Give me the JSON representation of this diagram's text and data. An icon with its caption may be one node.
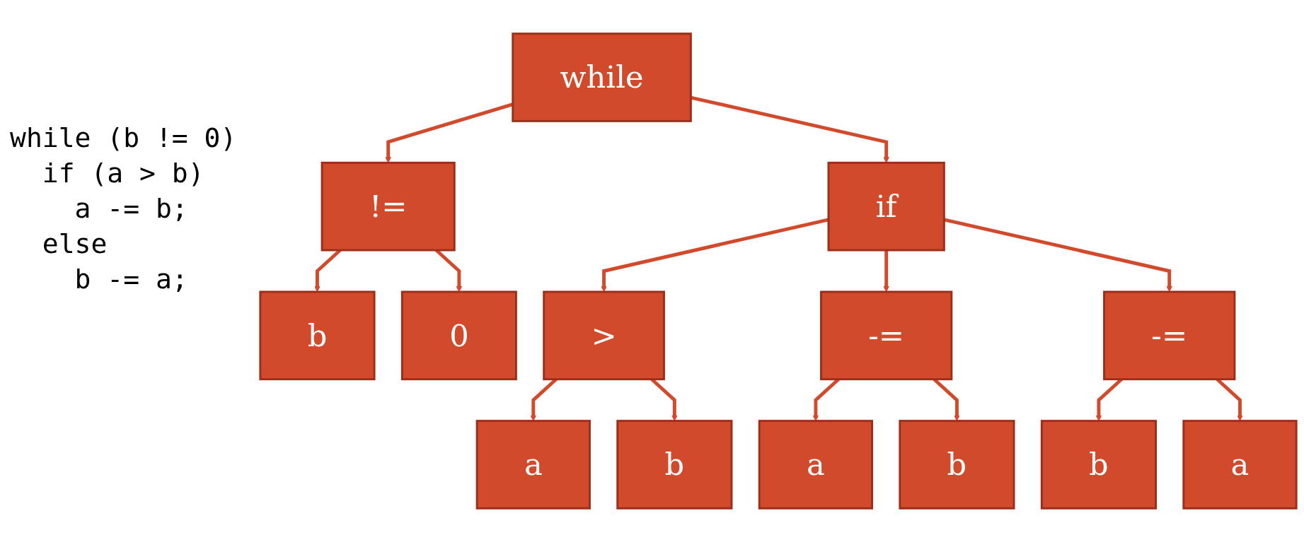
{
  "diagram": {
    "nodes": [
      {
        "text": [
          "while"
        ]
      },
      {
        "text": [
          "!="
        ]
      },
      {
        "text": [
          "if"
        ]
      },
      {
        "text": [
          "b"
        ]
      },
      {
        "text": [
          "0"
        ]
      },
      {
        "text": [
          ">"
        ]
      },
      {
        "text": [
          "-="
        ]
      },
      {
        "text": [
          "-="
        ]
      },
      {
        "text": [
          "a"
        ]
      },
      {
        "text": [
          "b"
        ]
      },
      {
        "text": [
          "a"
        ]
      },
      {
        "text": [
          "b"
        ]
      },
      {
        "text": [
          "b"
        ]
      },
      {
        "text": [
          "a"
        ]
      }
    ],
    "edges": [
      {
        "from": 0,
        "to": 1,
        "arrow": "to"
      },
      {
        "from": 0,
        "to": 2,
        "arrow": "to"
      },
      {
        "from": 1,
        "to": 3,
        "arrow": "to"
      },
      {
        "from": 1,
        "to": 4,
        "arrow": "to"
      },
      {
        "from": 2,
        "to": 5,
        "arrow": "to"
      },
      {
        "from": 2,
        "to": 6,
        "arrow": "to"
      },
      {
        "from": 2,
        "to": 7,
        "arrow": "to"
      },
      {
        "from": 5,
        "to": 8,
        "arrow": "to"
      },
      {
        "from": 5,
        "to": 9,
        "arrow": "to"
      },
      {
        "from": 6,
        "to": 10,
        "arrow": "to"
      },
      {
        "from": 6,
        "to": 11,
        "arrow": "to"
      },
      {
        "from": 7,
        "to": 12,
        "arrow": "to"
      },
      {
        "from": 7,
        "to": 13,
        "arrow": "to"
      }
    ],
    "labels": [
      "while (b != 0)",
      "  if (a > b)",
      "    a -= b;",
      "  else",
      "    b -= a;"
    ]
  }
}
